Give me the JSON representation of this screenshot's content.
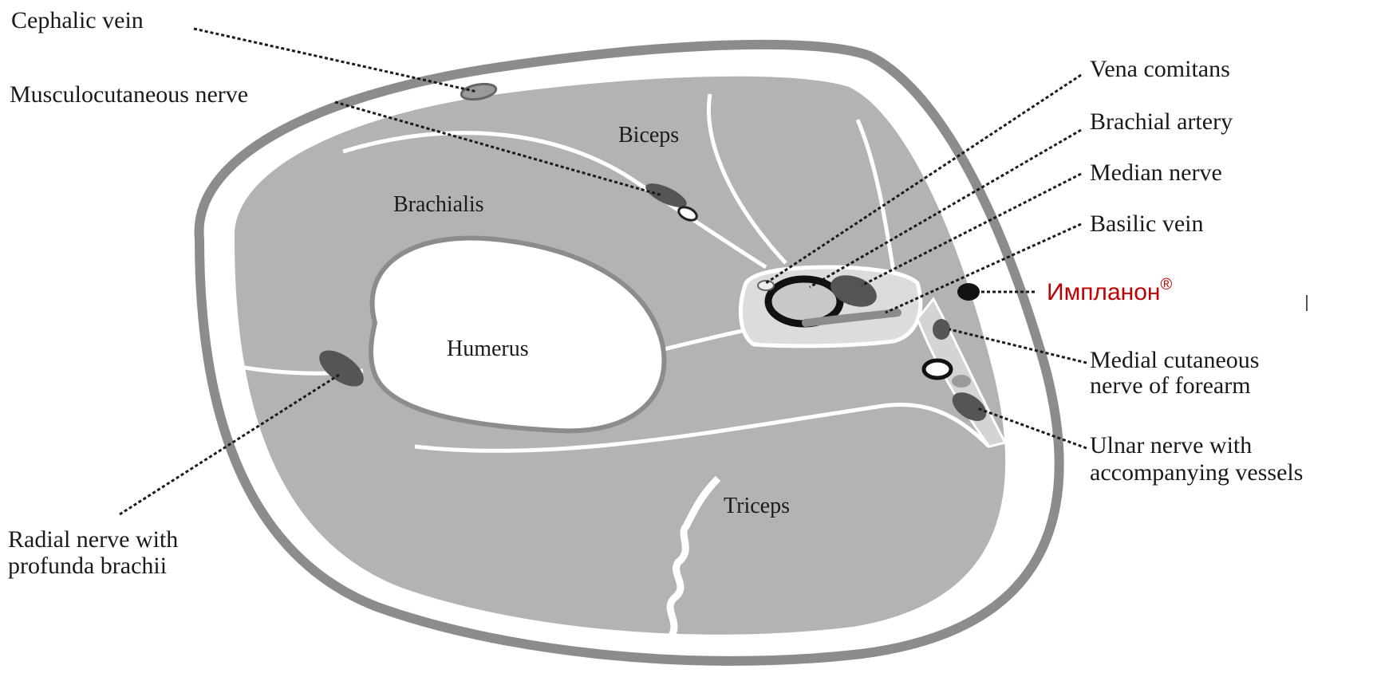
{
  "labels": {
    "cephalic_vein": "Cephalic vein",
    "musculocutaneous_nerve": "Musculocutaneous nerve",
    "vena_comitans": "Vena comitans",
    "brachial_artery": "Brachial artery",
    "median_nerve": "Median nerve",
    "basilic_vein": "Basilic vein",
    "implant": "Импланон",
    "implant_mark": "®",
    "medial_cutaneous_line1": "Medial cutaneous",
    "medial_cutaneous_line2": "nerve of forearm",
    "ulnar_line1": "Ulnar nerve with",
    "ulnar_line2": "accompanying vessels",
    "radial_line1": "Radial nerve with",
    "radial_line2": "profunda brachii"
  },
  "regions": {
    "biceps": "Biceps",
    "brachialis": "Brachialis",
    "humerus": "Humerus",
    "triceps": "Triceps"
  },
  "colors": {
    "muscle": "#b3b3b3",
    "structure_dark": "#555555",
    "outline": "#8c8c8c",
    "implant_text": "#c00000",
    "implant_dot": "#111111"
  }
}
